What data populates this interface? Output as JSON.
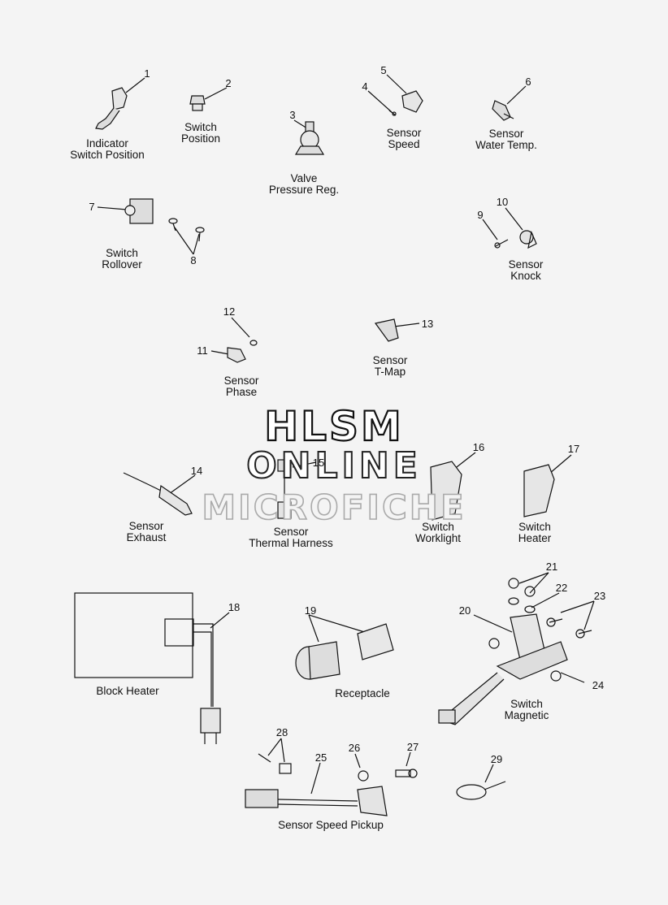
{
  "parts": [
    {
      "id": "p1",
      "num": "1",
      "label_lines": [
        "Indicator",
        "Switch Position"
      ]
    },
    {
      "id": "p2",
      "num": "2",
      "label_lines": [
        "Switch",
        "Position"
      ]
    },
    {
      "id": "p3",
      "num": "3",
      "label_lines": [
        "Valve",
        "Pressure Reg."
      ]
    },
    {
      "id": "p4",
      "num": "4",
      "label_lines": []
    },
    {
      "id": "p5",
      "num": "5",
      "label_lines": [
        "Sensor",
        "Speed"
      ]
    },
    {
      "id": "p6",
      "num": "6",
      "label_lines": [
        "Sensor",
        "Water Temp."
      ]
    },
    {
      "id": "p7",
      "num": "7",
      "label_lines": [
        "Switch",
        "Rollover"
      ]
    },
    {
      "id": "p8",
      "num": "8",
      "label_lines": []
    },
    {
      "id": "p9",
      "num": "9",
      "label_lines": []
    },
    {
      "id": "p10",
      "num": "10",
      "label_lines": [
        "Sensor",
        "Knock"
      ]
    },
    {
      "id": "p11",
      "num": "11",
      "label_lines": [
        "Sensor",
        "Phase"
      ]
    },
    {
      "id": "p12",
      "num": "12",
      "label_lines": []
    },
    {
      "id": "p13",
      "num": "13",
      "label_lines": [
        "Sensor",
        "T-Map"
      ]
    },
    {
      "id": "p14",
      "num": "14",
      "label_lines": [
        "Sensor",
        "Exhaust"
      ]
    },
    {
      "id": "p15",
      "num": "15",
      "label_lines": [
        "Sensor",
        "Thermal Harness"
      ]
    },
    {
      "id": "p16",
      "num": "16",
      "label_lines": [
        "Switch",
        "Worklight"
      ]
    },
    {
      "id": "p17",
      "num": "17",
      "label_lines": [
        "Switch",
        "Heater"
      ]
    },
    {
      "id": "p18",
      "num": "18",
      "label_lines": [
        "Block Heater"
      ]
    },
    {
      "id": "p19",
      "num": "19",
      "label_lines": [
        "Receptacle"
      ]
    },
    {
      "id": "p20",
      "num": "20",
      "label_lines": [
        "Switch",
        "Magnetic"
      ]
    },
    {
      "id": "p21",
      "num": "21",
      "label_lines": []
    },
    {
      "id": "p22",
      "num": "22",
      "label_lines": []
    },
    {
      "id": "p23",
      "num": "23",
      "label_lines": []
    },
    {
      "id": "p24",
      "num": "24",
      "label_lines": []
    },
    {
      "id": "p25",
      "num": "25",
      "label_lines": [
        "Sensor Speed Pickup"
      ]
    },
    {
      "id": "p26",
      "num": "26",
      "label_lines": []
    },
    {
      "id": "p27",
      "num": "27",
      "label_lines": []
    },
    {
      "id": "p28",
      "num": "28",
      "label_lines": []
    },
    {
      "id": "p29",
      "num": "29",
      "label_lines": []
    }
  ],
  "watermark": {
    "line1": "HLSM",
    "line2": "ONLINE",
    "line3": "MICROFICHE"
  }
}
